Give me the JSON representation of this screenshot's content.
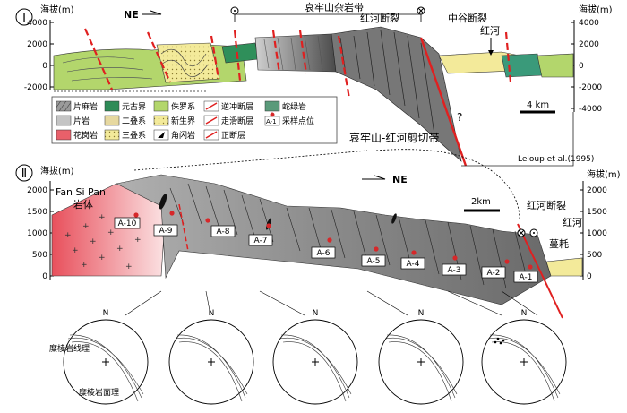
{
  "section1": {
    "roman": "Ⅰ",
    "elev_left": "海拔(m)",
    "elev_right": "海拔(m)",
    "ticks_left": [
      "4000",
      "2000",
      "0",
      "-2000"
    ],
    "ticks_right": [
      "4000",
      "2000",
      "0",
      "-2000",
      "-4000"
    ],
    "belt_label": "哀牢山杂岩带",
    "fault_label": "红河断裂",
    "zhonggu_label": "中谷断裂",
    "river_label": "红河",
    "ne": "NE",
    "scale": "4 km",
    "question": "?",
    "citation": "Leloup et al.(1995)"
  },
  "shear_zone": "哀牢山-红河剪切带",
  "legend": [
    {
      "key": "gneiss",
      "label": "片麻岩"
    },
    {
      "key": "proterozoic",
      "label": "元古界"
    },
    {
      "key": "jurassic",
      "label": "侏罗系"
    },
    {
      "key": "thrust",
      "label": "逆冲断层"
    },
    {
      "key": "serpentine",
      "label": "蛇绿岩"
    },
    {
      "key": "schist",
      "label": "片岩"
    },
    {
      "key": "permian",
      "label": "二叠系"
    },
    {
      "key": "cenozoic",
      "label": "新生界"
    },
    {
      "key": "strikeslip",
      "label": "走滑断层"
    },
    {
      "key": "sample",
      "label": "采样点位",
      "marker": "A-1"
    },
    {
      "key": "granite",
      "label": "花岗岩"
    },
    {
      "key": "triassic",
      "label": "三叠系"
    },
    {
      "key": "amphibolite",
      "label": "角闪岩"
    },
    {
      "key": "normal",
      "label": "正断层"
    }
  ],
  "section2": {
    "roman": "Ⅱ",
    "elev_left": "海拔(m)",
    "elev_right": "海拔(m)",
    "ticks_left": [
      "2000",
      "1500",
      "1000",
      "500",
      "0"
    ],
    "ticks_right": [
      "2000",
      "1500",
      "1000",
      "500",
      "0"
    ],
    "fansipan": "Fan Si Pan",
    "pluton": "岩体",
    "ne": "NE",
    "scale": "2km",
    "fault_label": "红河断裂",
    "river_label": "红河",
    "place_label": "蔓耗",
    "samples": [
      "A-10",
      "A-9",
      "A-8",
      "A-7",
      "A-6",
      "A-5",
      "A-4",
      "A-3",
      "A-2",
      "A-1"
    ]
  },
  "stereonets": {
    "north": "N",
    "lineation": "糜棱岩线理",
    "foliation": "糜棱岩面理"
  },
  "colors": {
    "cenozoic": "#f7f09a",
    "jurassic": "#a9d46a",
    "proterozoic": "#2e8b57",
    "triassic": "#eadf7a",
    "permian": "#e6d8a0",
    "schist": "#c4c4c4",
    "gneiss": "#707070",
    "granite": "#e8606a",
    "fault": "#e02020",
    "sample": "#d6282a"
  }
}
